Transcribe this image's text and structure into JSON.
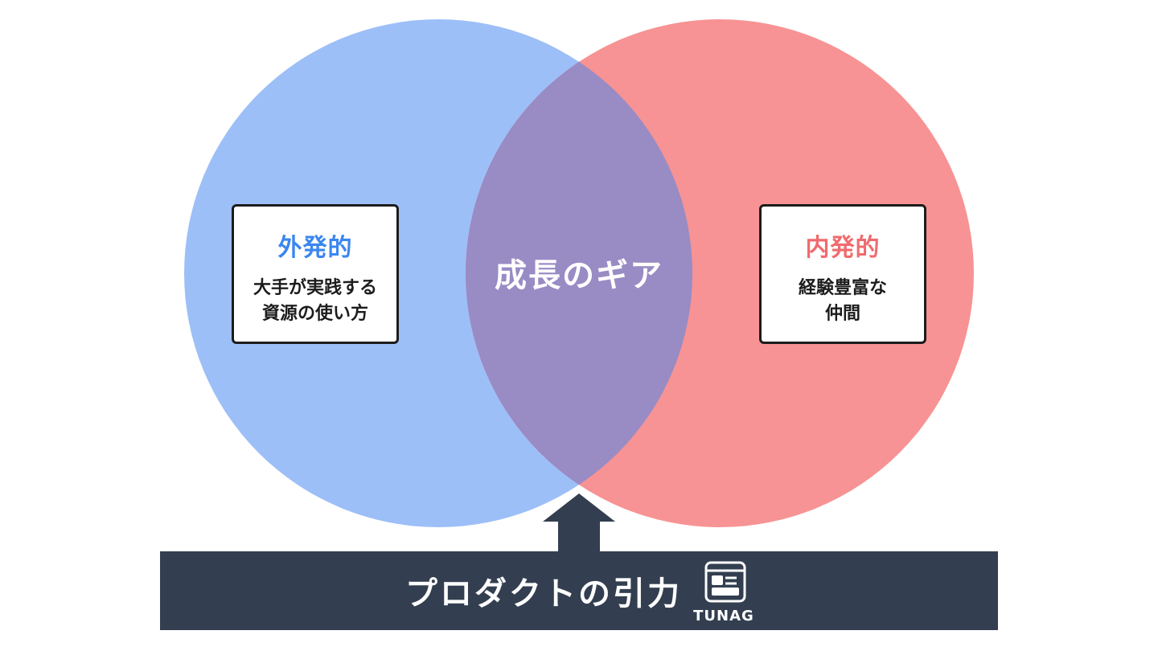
{
  "colors": {
    "left_circle": "#9dbff8",
    "right_circle": "#f79394",
    "overlap": "#998bc4",
    "banner": "#333f50",
    "arrow": "#333f50",
    "left_title": "#3a86f0",
    "right_title": "#ef6b6e",
    "text_dark": "#1c1c1c",
    "text_light": "#ffffff"
  },
  "left": {
    "title": "外発的",
    "line1": "大手が実践する",
    "line2": "資源の使い方"
  },
  "right": {
    "title": "内発的",
    "line1": "経験豊富な",
    "line2": "仲間"
  },
  "center": {
    "label": "成長のギア"
  },
  "banner": {
    "label": "プロダクトの引力",
    "logo_text": "TUNAG",
    "logo_icon": "tunag-logo-icon"
  },
  "arrow": {
    "icon": "up-arrow-icon"
  }
}
